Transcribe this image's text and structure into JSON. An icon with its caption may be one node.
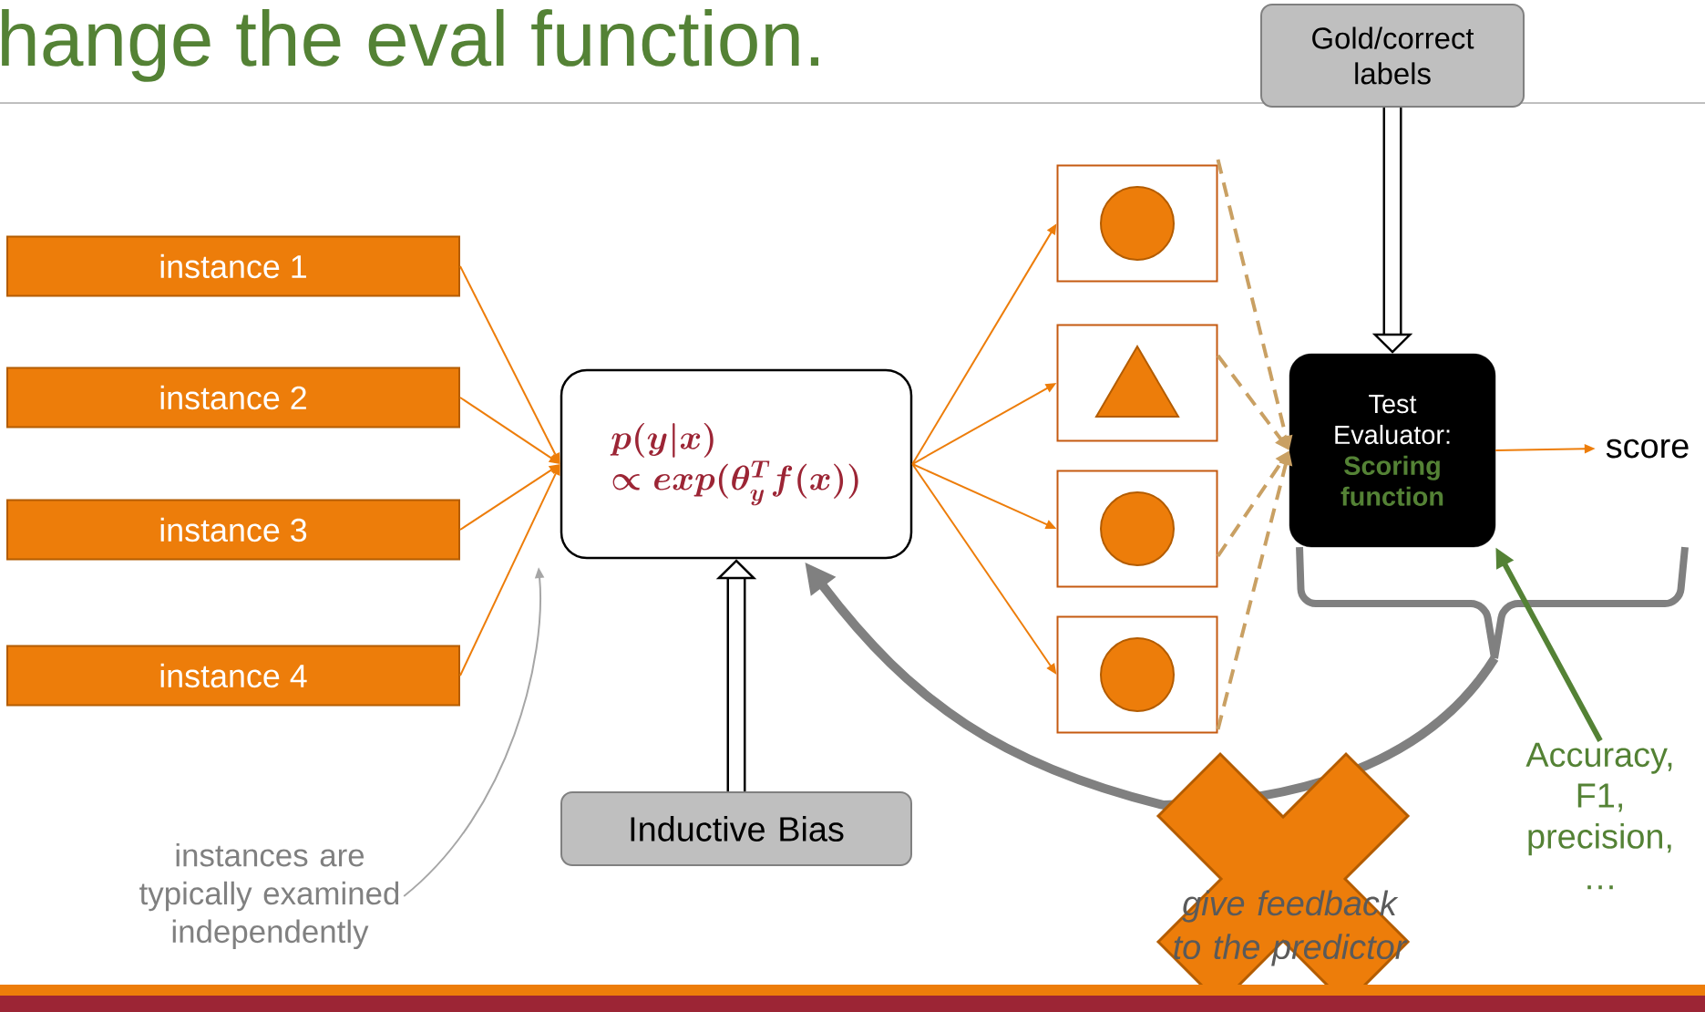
{
  "diagram": {
    "title": "hange the eval function.",
    "nodes": [
      {
        "text": [
          "Gold/correct labels"
        ]
      },
      {
        "text": [
          "instance 1"
        ]
      },
      {
        "text": [
          "instance 2"
        ]
      },
      {
        "text": [
          "instance 3"
        ]
      },
      {
        "text": [
          "instance 4"
        ]
      },
      {
        "text": [
          "p(y|x)",
          "\\propto exp(\\theta_y^T f(x))"
        ]
      },
      {
        "text": [],
        "shape": "box"
      },
      {
        "text": [],
        "shape": "box"
      },
      {
        "text": [],
        "shape": "box"
      },
      {
        "text": [],
        "shape": "box"
      },
      {
        "text": [
          "Test Evaluator:",
          "Scoring function"
        ]
      },
      {
        "text": [
          "score"
        ]
      },
      {
        "text": [
          "Inductive Bias"
        ]
      },
      {
        "text": [
          "Accuracy, F1, precision, …"
        ]
      },
      {
        "text": [
          "instances are typically examined independently"
        ]
      }
    ],
    "edges": [
      {
        "from": 1,
        "to": 5,
        "arrow": "to"
      },
      {
        "from": 2,
        "to": 5,
        "arrow": "to"
      },
      {
        "from": 3,
        "to": 5,
        "arrow": "to"
      },
      {
        "from": 4,
        "to": 5,
        "arrow": "to"
      },
      {
        "from": 5,
        "to": 6,
        "arrow": "to"
      },
      {
        "from": 5,
        "to": 7,
        "arrow": "to"
      },
      {
        "from": 5,
        "to": 8,
        "arrow": "to"
      },
      {
        "from": 5,
        "to": 9,
        "arrow": "to"
      },
      {
        "from": 6,
        "to": 10,
        "arrow": "to",
        "style": "dashed",
        "color": "#c9a063"
      },
      {
        "from": 7,
        "to": 10,
        "arrow": "to",
        "style": "dashed",
        "color": "#c9a063"
      },
      {
        "from": 8,
        "to": 10,
        "arrow": "to",
        "style": "dashed",
        "color": "#c9a063"
      },
      {
        "from": 9,
        "to": 10,
        "arrow": "to",
        "style": "dashed",
        "color": "#c9a063"
      },
      {
        "from": 0,
        "to": 10,
        "arrow": "to",
        "style": "thick",
        "color": "#000000"
      },
      {
        "from": 12,
        "to": 5,
        "arrow": "to",
        "style": "thick",
        "color": "#000000"
      },
      {
        "from": 10,
        "to": 11,
        "arrow": "to"
      },
      {
        "from": 13,
        "to": 10,
        "arrow": "to",
        "style": "thick",
        "color": "#548235"
      },
      {
        "from": 14,
        "to": null,
        "arrow": "to",
        "color": "#a6a6a6"
      },
      {
        "from": 10,
        "to": 5,
        "arrow": "to",
        "style": "thick",
        "color": "#808080"
      }
    ],
    "labels": [
      "give feedback to the predictor"
    ]
  }
}
